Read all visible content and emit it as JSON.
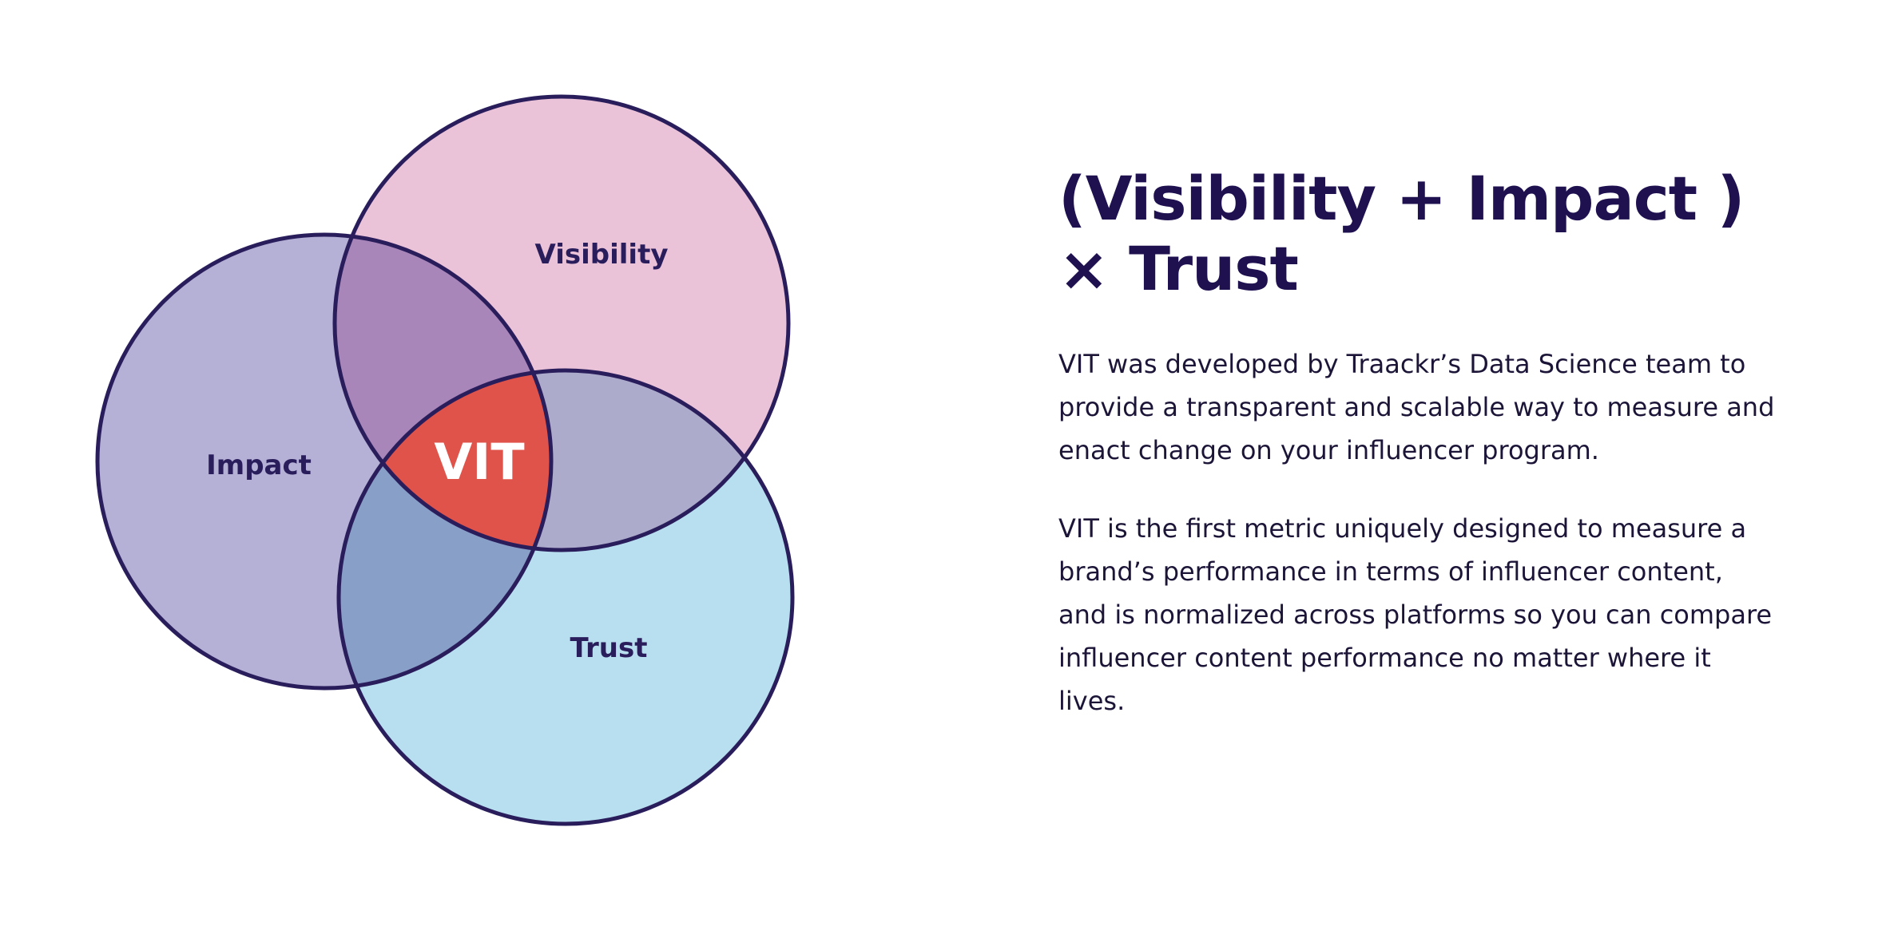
{
  "diagram": {
    "circles": [
      {
        "id": "visibility",
        "label": "Visibility",
        "fill": "#ebc3d9"
      },
      {
        "id": "impact",
        "label": "Impact",
        "fill": "#b4b0d6"
      },
      {
        "id": "trust",
        "label": "Trust",
        "fill": "#b8dff0"
      }
    ],
    "overlaps": {
      "impact_visibility": "#a886b9",
      "visibility_trust": "#acabcc",
      "impact_trust": "#889fc8",
      "all": "#e0534a"
    },
    "center_label": "VIT",
    "stroke_color": "#2a1d5c"
  },
  "text": {
    "headline": "(Visibility + Impact ) × Trust",
    "paragraph1": "VIT was developed by Traackr’s Data Science team to provide a transparent and scalable way to measure and enact change on your influencer program.",
    "paragraph2": "VIT is the first metric uniquely designed to measure a brand’s performance in terms of influencer content, and is normalized across platforms so you can compare influencer content performance no matter where it lives."
  }
}
